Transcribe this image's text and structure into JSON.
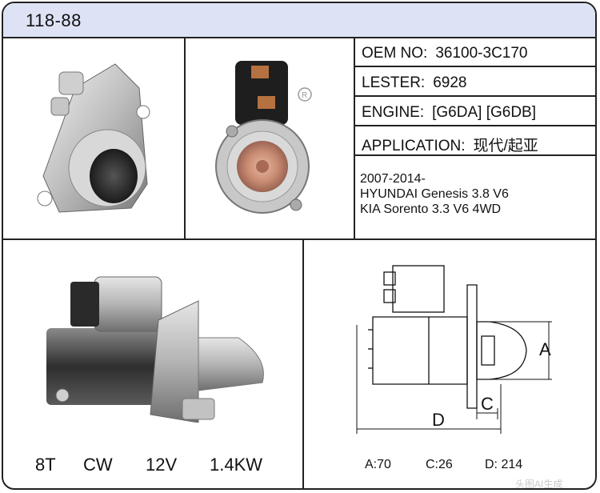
{
  "header": {
    "part_number": "118-88"
  },
  "specs": [
    {
      "label": "OEM NO:",
      "value": "36100-3C170"
    },
    {
      "label": "LESTER:",
      "value": "6928"
    },
    {
      "label": "ENGINE:",
      "value": "[G6DA] [G6DB]"
    },
    {
      "label": "APPLICATION:",
      "value": "现代/起亚"
    }
  ],
  "applications": [
    "2007-2014-",
    "HYUNDAI Genesis 3.8 V6",
    "KIA Sorento 3.3 V6 4WD"
  ],
  "electrical": [
    "8T",
    "CW",
    "12V",
    "1.4KW"
  ],
  "dimensions": [
    {
      "label": "A:",
      "value": "70"
    },
    {
      "label": "C:",
      "value": "26"
    },
    {
      "label": "D:",
      "value": "214"
    }
  ],
  "diagram_labels": {
    "a": "A",
    "c": "C",
    "d": "D"
  },
  "watermark": "头图AI生成"
}
